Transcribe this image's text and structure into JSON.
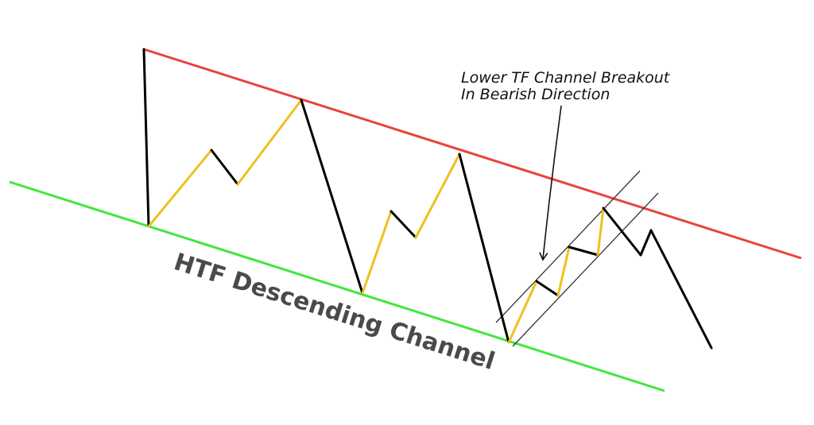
{
  "annotation": {
    "line1": "Lower TF Channel Breakout",
    "line2": "In Bearish Direction"
  },
  "channel_title": "HTF Descending Channel",
  "colors": {
    "upper_trendline": "#e8443a",
    "lower_trendline": "#3fe83a",
    "impulse_leg": "#000000",
    "corrective_leg": "#f0c020",
    "minor_channel": "#333333",
    "arrow": "#111111"
  }
}
